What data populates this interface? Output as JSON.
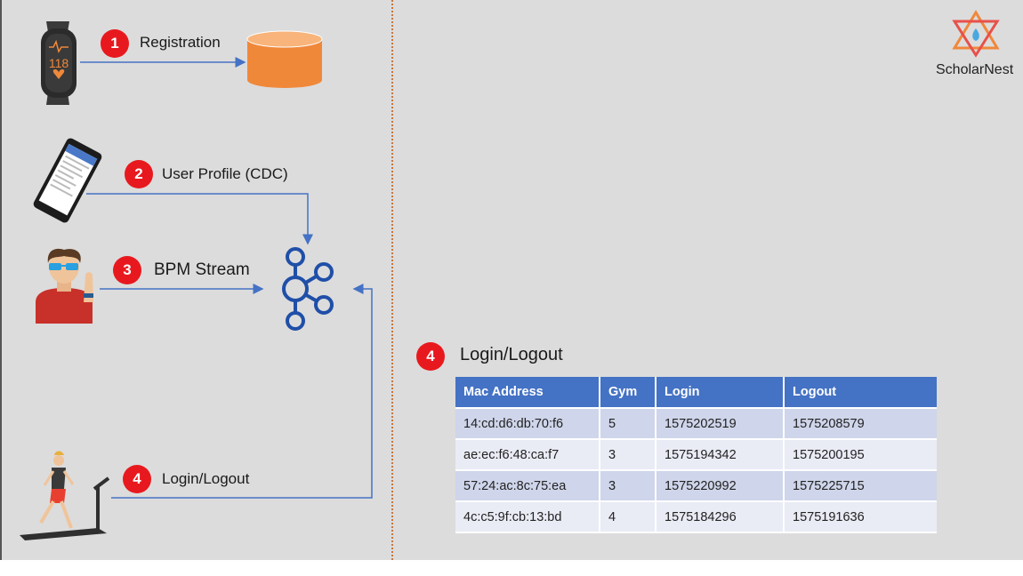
{
  "steps": [
    {
      "number": "1",
      "label": "Registration"
    },
    {
      "number": "2",
      "label": "User Profile (CDC)"
    },
    {
      "number": "3",
      "label": "BPM Stream"
    },
    {
      "number": "4",
      "label": "Login/Logout"
    }
  ],
  "watch_display": "118",
  "table_section": {
    "number": "4",
    "title": "Login/Logout",
    "columns": [
      "Mac Address",
      "Gym",
      "Login",
      "Logout"
    ],
    "rows": [
      [
        "14:cd:d6:db:70:f6",
        "5",
        "1575202519",
        "1575208579"
      ],
      [
        "ae:ec:f6:48:ca:f7",
        "3",
        "1575194342",
        "1575200195"
      ],
      [
        "57:24:ac:8c:75:ea",
        "3",
        "1575220992",
        "1575225715"
      ],
      [
        "4c:c5:9f:cb:13:bd",
        "4",
        "1575184296",
        "1575191636"
      ]
    ]
  },
  "brand": {
    "name": "ScholarNest"
  },
  "colors": {
    "badge": "#e8191e",
    "arrow": "#4472c4",
    "table_header": "#4472c4",
    "database": "#f0883a",
    "kafka": "#1f4fa8",
    "divider": "#c8753a"
  }
}
